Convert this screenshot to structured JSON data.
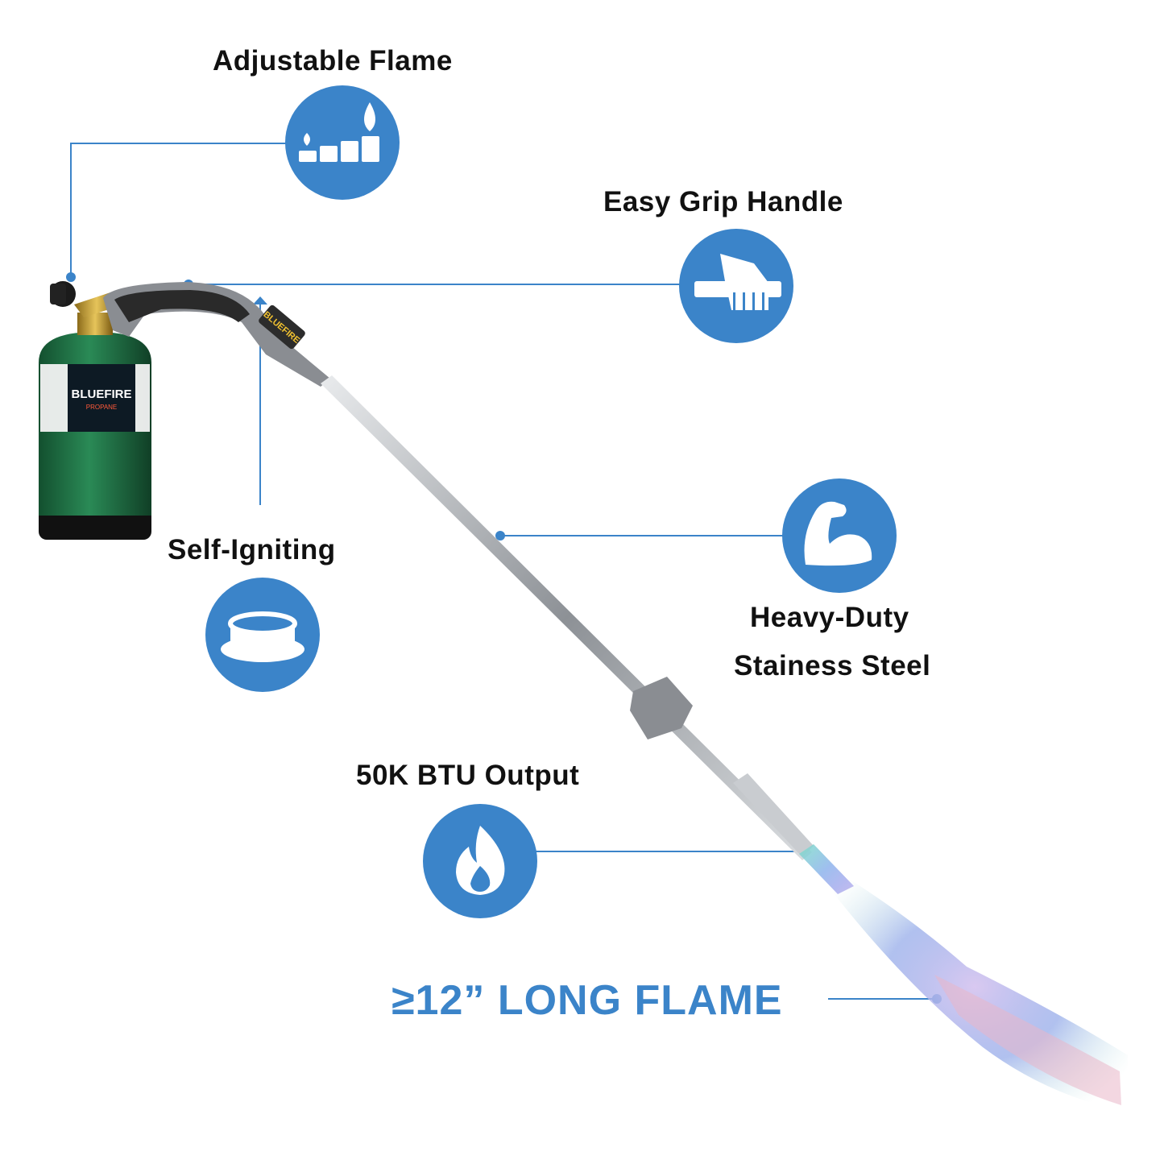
{
  "colors": {
    "accent": "#3b84c9",
    "text": "#111111",
    "tank": "#1f6b43",
    "handle": "#8a8d92",
    "rod": "#b9bcc0"
  },
  "features": [
    {
      "label": "Adjustable Flame",
      "icon": "flame-levels-icon"
    },
    {
      "label": "Easy Grip Handle",
      "icon": "hand-grip-icon"
    },
    {
      "label": "Self-Igniting",
      "icon": "igniter-button-icon"
    },
    {
      "label": "Heavy-Duty",
      "label2": "Stainess Steel",
      "icon": "flexed-arm-icon"
    },
    {
      "label": "50K BTU Output",
      "icon": "fire-icon"
    }
  ],
  "headline": "≥12” LONG FLAME",
  "product": {
    "tank_brand": "BLUEFIRE",
    "tank_sub": "PROPANE",
    "handle_brand": "BLUEFIRE"
  }
}
